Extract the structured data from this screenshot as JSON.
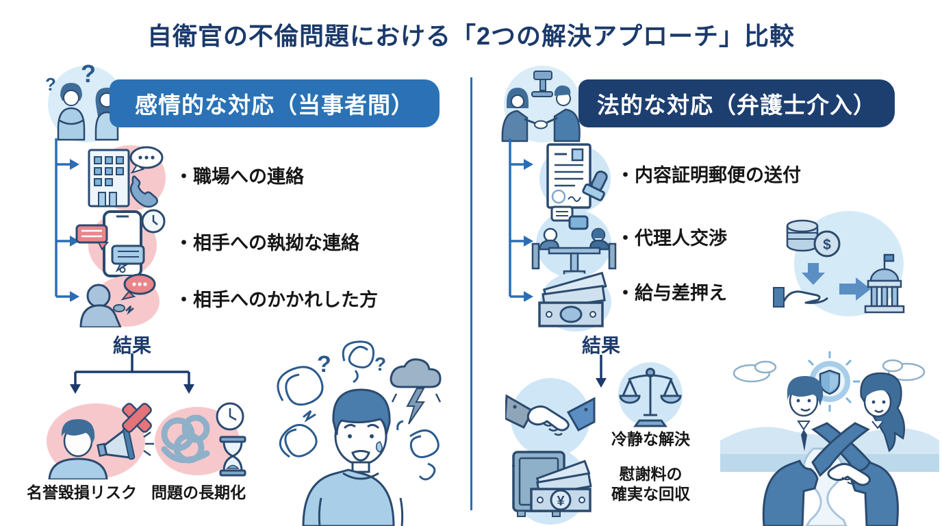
{
  "title": "自衛官の不倫問題における「2つの解決アプローチ」比較",
  "left": {
    "header": "感情的な対応（当事者間）",
    "header_icon": "confused-couple-icon",
    "items": [
      {
        "label": "・職場への連絡",
        "icon": "office-phone-icon"
      },
      {
        "label": "・相手への執拗な連絡",
        "icon": "phone-messages-icon"
      },
      {
        "label": "・相手へのかかれした方",
        "icon": "angry-person-icon"
      }
    ],
    "result_label": "結果",
    "outcomes": [
      {
        "label": "名誉毀損リスク",
        "icon": "megaphone-x-icon"
      },
      {
        "label": "問題の長期化",
        "icon": "tangle-clock-icon"
      }
    ],
    "illustration": "stressed-person-illustration"
  },
  "right": {
    "header": "法的な対応（弁護士介入）",
    "header_icon": "lawyer-handshake-gavel-icon",
    "items": [
      {
        "label": "・内容証明郵便の送付",
        "icon": "certified-mail-icon"
      },
      {
        "label": "・代理人交渉",
        "icon": "negotiation-icon"
      },
      {
        "label": "・給与差押え",
        "icon": "banknotes-icon"
      }
    ],
    "side_illustration": "salary-to-government-flow-icon",
    "result_label": "結果",
    "outcomes": [
      {
        "label": "冷静な解決",
        "icon": "scales-icon"
      },
      {
        "label_line1": "慰謝料の",
        "label_line2": "確実な回収",
        "icon": "safe-money-icon"
      }
    ],
    "extra_icon": "handshake-icon",
    "illustration": "agreement-shield-illustration"
  },
  "colors": {
    "title_navy": "#1b3a6b",
    "left_header_bg": "#2a72b5",
    "right_header_bg": "#1d3f70",
    "connector_blue": "#2a6db5",
    "pink_circle": "#f7c8cb",
    "blue_circle": "#cfe6f6",
    "icon_outline": "#2b4a6f",
    "text_black": "#161616"
  }
}
